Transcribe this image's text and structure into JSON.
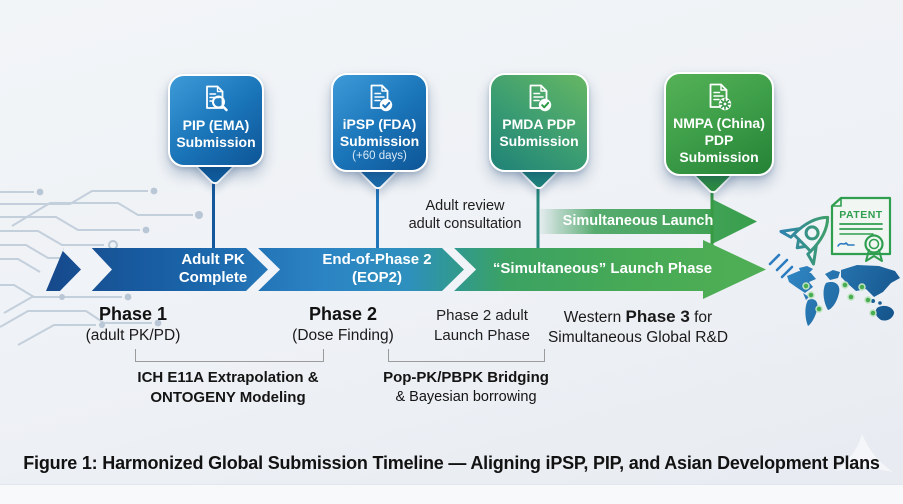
{
  "caption": "Figure 1: Harmonized Global Submission Timeline — Aligning iPSP, PIP, and Asian Development Plans",
  "callouts": [
    {
      "label": "PIP (EMA)\nSubmission",
      "note": "",
      "icon": "document-search-icon"
    },
    {
      "label": "iPSP (FDA)\nSubmission",
      "note": "(+60 days)",
      "icon": "document-check-icon"
    },
    {
      "label": "PMDA PDP\nSubmission",
      "note": "",
      "icon": "document-check-icon"
    },
    {
      "label": "NMPA (China)\nPDP\nSubmission",
      "note": "",
      "icon": "document-gear-icon"
    }
  ],
  "timeline": {
    "segments": [
      "Adult PK\nComplete",
      "End-of-Phase 2\n(EOP2)",
      "“Simultaneous” Launch Phase"
    ],
    "launch_arrow": "Simultaneous Launch",
    "review_note": "Adult review\nadult consultation"
  },
  "phases": {
    "p1": {
      "title": "Phase 1",
      "subtitle": "(adult PK/PD)"
    },
    "p2": {
      "title": "Phase 2",
      "subtitle": "(Dose Finding)"
    },
    "p3": {
      "text": "Phase 2 adult\nLaunch Phase"
    },
    "p4": {
      "pre": "Western ",
      "bold": "Phase 3",
      "post": " for",
      "line2": "Simultaneous Global R&D"
    }
  },
  "annotations": {
    "a1": {
      "text": "ICH E11A Extrapolation &\nONTOGENY Modeling"
    },
    "a2": {
      "bold": "Pop-PK/PBPK Bridging",
      "rest": "& Bayesian borrowing"
    }
  },
  "artwork": {
    "patent_label": "PATENT",
    "icons": [
      "rocket-icon",
      "patent-certificate-icon",
      "world-map"
    ]
  },
  "colors": {
    "blue_dark": "#0f5a9d",
    "blue": "#1d74b8",
    "teal": "#26887b",
    "green": "#3aa04d",
    "band_start": "#16498c",
    "band_end": "#50af55",
    "circuit": "#c4cfdc"
  }
}
